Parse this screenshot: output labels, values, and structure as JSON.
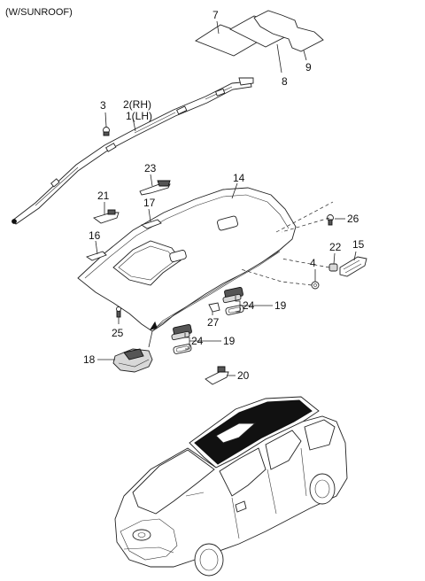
{
  "caption": "(W/SUNROOF)",
  "callouts": [
    {
      "id": "c7",
      "label": "7"
    },
    {
      "id": "c8",
      "label": "8"
    },
    {
      "id": "c9",
      "label": "9"
    },
    {
      "id": "c3",
      "label": "3"
    },
    {
      "id": "c2",
      "label": "2(RH)"
    },
    {
      "id": "c1",
      "label": "1(LH)"
    },
    {
      "id": "c23",
      "label": "23"
    },
    {
      "id": "c14",
      "label": "14"
    },
    {
      "id": "c21",
      "label": "21"
    },
    {
      "id": "c17",
      "label": "17"
    },
    {
      "id": "c16",
      "label": "16"
    },
    {
      "id": "c26",
      "label": "26"
    },
    {
      "id": "c15",
      "label": "15"
    },
    {
      "id": "c22",
      "label": "22"
    },
    {
      "id": "c4",
      "label": "4"
    },
    {
      "id": "c24a",
      "label": "24"
    },
    {
      "id": "c19a",
      "label": "19"
    },
    {
      "id": "c27",
      "label": "27"
    },
    {
      "id": "c25",
      "label": "25"
    },
    {
      "id": "c24b",
      "label": "24"
    },
    {
      "id": "c19b",
      "label": "19"
    },
    {
      "id": "c18",
      "label": "18"
    },
    {
      "id": "c20",
      "label": "20"
    }
  ]
}
